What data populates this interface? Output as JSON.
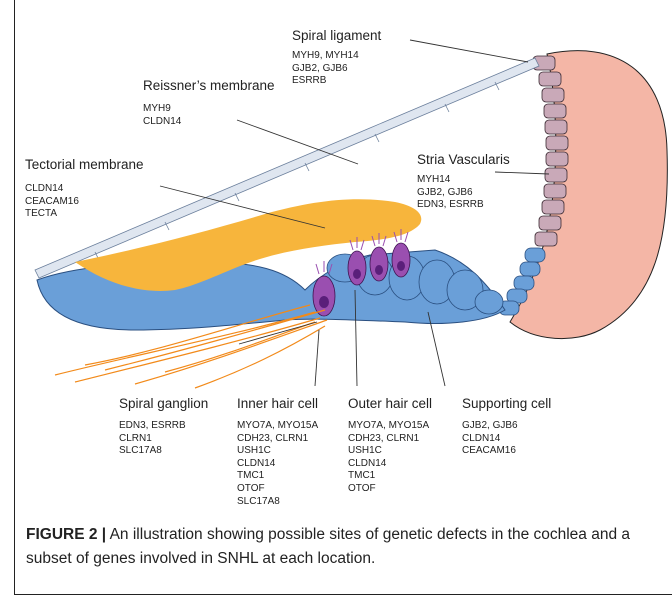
{
  "labels": {
    "spiral_ligament": {
      "title": "Spiral ligament",
      "genes": [
        "MYH9, MYH14",
        "GJB2, GJB6",
        "ESRRB"
      ]
    },
    "reissners_membrane": {
      "title": "Reissner’s membrane",
      "genes": [
        "MYH9",
        "CLDN14"
      ]
    },
    "tectorial_membrane": {
      "title": "Tectorial membrane",
      "genes": [
        "CLDN14",
        "CEACAM16",
        "TECTA"
      ]
    },
    "stria_vascularis": {
      "title": "Stria Vascularis",
      "genes": [
        "MYH14",
        "GJB2, GJB6",
        "EDN3, ESRRB"
      ]
    },
    "spiral_ganglion": {
      "title": "Spiral ganglion",
      "genes": [
        "EDN3, ESRRB",
        "CLRN1",
        "SLC17A8"
      ]
    },
    "inner_hair_cell": {
      "title": "Inner hair cell",
      "genes": [
        "MYO7A, MYO15A",
        "CDH23, CLRN1",
        "USH1C",
        "CLDN14",
        "TMC1",
        "OTOF",
        "SLC17A8"
      ]
    },
    "outer_hair_cell": {
      "title": "Outer hair cell",
      "genes": [
        "MYO7A, MYO15A",
        "CDH23, CLRN1",
        "USH1C",
        "CLDN14",
        "TMC1",
        "OTOF"
      ]
    },
    "supporting_cell": {
      "title": "Supporting cell",
      "genes": [
        "GJB2, GJB6",
        "CLDN14",
        "CEACAM16"
      ]
    }
  },
  "caption": {
    "label": "FIGURE 2 |",
    "text": " An illustration showing possible sites of genetic defects in the cochlea and a subset of genes involved in SNHL at each location."
  },
  "colors": {
    "ligament": "#f4b6a6",
    "stria": "#c8a8b6",
    "supporting": "#6a9fd8",
    "tectorial": "#f7b53c",
    "reissner": "#dfe6f0",
    "hair_cell": "#9a4fb0",
    "nucleus": "#5a1f7a",
    "nerve": "#f28a1a"
  }
}
